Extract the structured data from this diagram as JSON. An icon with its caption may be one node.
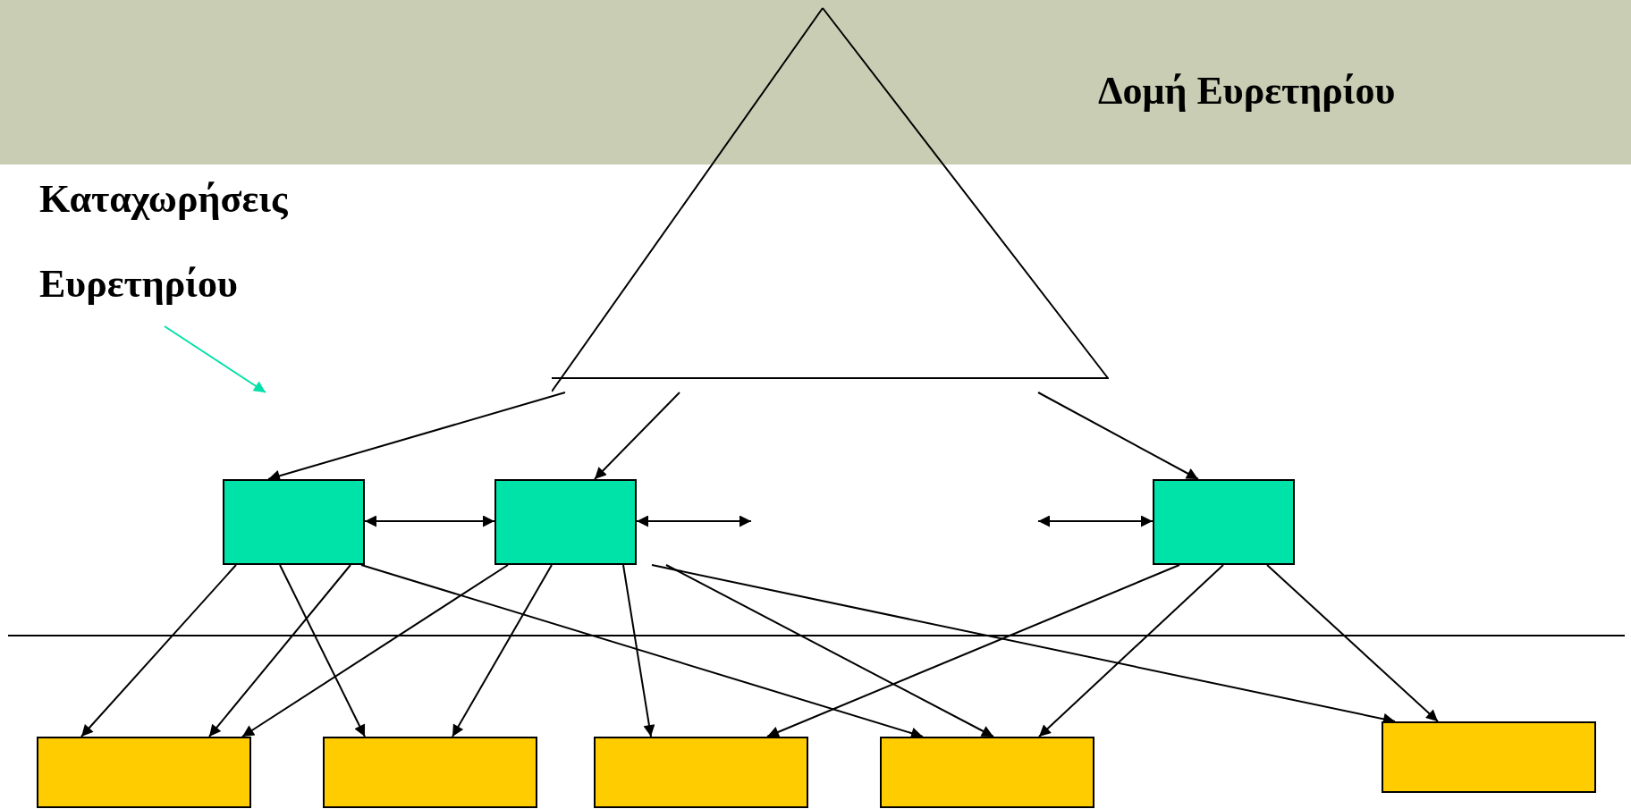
{
  "diagram": {
    "title": "Δομή Ευρετηρίου",
    "nodes": [
      {
        "text": [
          "Καταχωρήσεις Ευρετηρίου"
        ]
      },
      {
        "text": [],
        "shape": "triangle"
      },
      {
        "text": [],
        "shape": "box"
      },
      {
        "text": [],
        "shape": "box"
      },
      {
        "text": [],
        "shape": "box"
      },
      {
        "text": [],
        "shape": "box"
      },
      {
        "text": [],
        "shape": "box"
      },
      {
        "text": [],
        "shape": "box"
      },
      {
        "text": [],
        "shape": "box"
      },
      {
        "text": [],
        "shape": "box"
      }
    ],
    "edges": [
      {
        "from": 0,
        "to": null,
        "arrow": "to",
        "color": "#00e0a8"
      },
      {
        "from": 1,
        "to": 2,
        "arrow": "to"
      },
      {
        "from": 1,
        "to": 3,
        "arrow": "to"
      },
      {
        "from": 1,
        "to": 4,
        "arrow": "to"
      },
      {
        "from": 2,
        "to": 3,
        "arrow": "both"
      },
      {
        "from": 3,
        "to": null,
        "arrow": "both"
      },
      {
        "from": null,
        "to": 4,
        "arrow": "both"
      },
      {
        "from": 2,
        "to": 5,
        "arrow": "to"
      },
      {
        "from": 2,
        "to": 6,
        "arrow": "to"
      },
      {
        "from": 2,
        "to": 5,
        "arrow": "to"
      },
      {
        "from": 2,
        "to": 8,
        "arrow": "to"
      },
      {
        "from": 3,
        "to": 5,
        "arrow": "to"
      },
      {
        "from": 3,
        "to": 6,
        "arrow": "to"
      },
      {
        "from": 3,
        "to": 7,
        "arrow": "to"
      },
      {
        "from": 3,
        "to": 8,
        "arrow": "to"
      },
      {
        "from": 3,
        "to": 9,
        "arrow": "to"
      },
      {
        "from": 4,
        "to": 7,
        "arrow": "to"
      },
      {
        "from": 4,
        "to": 8,
        "arrow": "to"
      },
      {
        "from": 4,
        "to": 9,
        "arrow": "to"
      }
    ]
  }
}
